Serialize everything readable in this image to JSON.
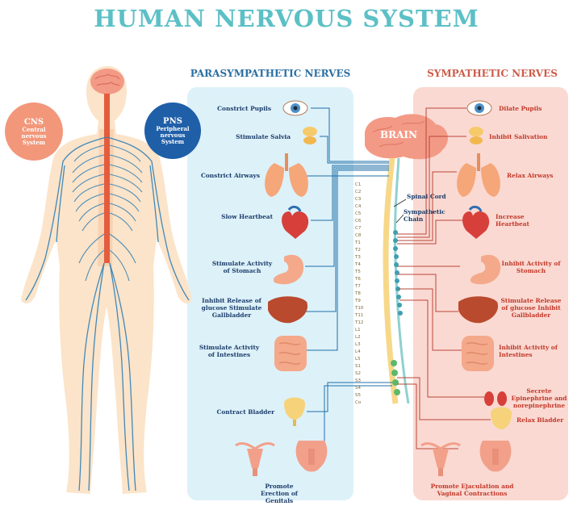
{
  "title": "HUMAN NERVOUS SYSTEM",
  "parasympathetic": {
    "heading": "PARASYMPATHETIC NERVES",
    "items": [
      "Constrict Pupils",
      "Stimulate Salvia",
      "Constrict Airways",
      "Slow Heartbeat",
      "Stimulate Activity of Stomach",
      "Inhibit Release of glucose Stimulate Gallbladder",
      "Stimulate Activity of Intestines",
      "Contract Bladder",
      "Promote Erection of Genitals"
    ]
  },
  "sympathetic": {
    "heading": "SYMPATHETIC NERVES",
    "items": [
      "Dilate Pupils",
      "Inhibit Salivation",
      "Relax Airways",
      "Increase Heartbeat",
      "Inhibit Activity of Stomach",
      "Stimulate Release of glucose Inhibit Gallbladder",
      "Inhibit Activity of Intestines",
      "Secrete Epinephrine and norepinephrine",
      "Relax Bladder",
      "Promote Ejaculation and Vaginal Contractions"
    ]
  },
  "badges": {
    "cns": {
      "title": "CNS",
      "sub1": "Central",
      "sub2": "nervous",
      "sub3": "System"
    },
    "pns": {
      "title": "PNS",
      "sub1": "Peripheral",
      "sub2": "nervous",
      "sub3": "System"
    }
  },
  "center": {
    "brain": "BRAIN",
    "spinal_cord": "Spinal Cord",
    "sympathetic_chain": "Sympathetic Chain"
  },
  "vertebrae": [
    "C1",
    "C2",
    "C3",
    "C4",
    "C5",
    "C6",
    "C7",
    "C8",
    "T1",
    "T2",
    "T3",
    "T4",
    "T5",
    "T6",
    "T7",
    "T8",
    "T9",
    "T10",
    "T11",
    "T12",
    "L1",
    "L2",
    "L3",
    "L4",
    "L5",
    "S1",
    "S2",
    "S3",
    "S4",
    "S5",
    "Co"
  ],
  "colors": {
    "title": "#5cc0c6",
    "parasympathetic": "#2c6fa1",
    "sympathetic": "#cc5c4a",
    "panel_left": "#ddf1f9",
    "panel_right": "#fad9d2",
    "nerve": "#1f6fa8",
    "sym_nerve": "#b9473a"
  }
}
